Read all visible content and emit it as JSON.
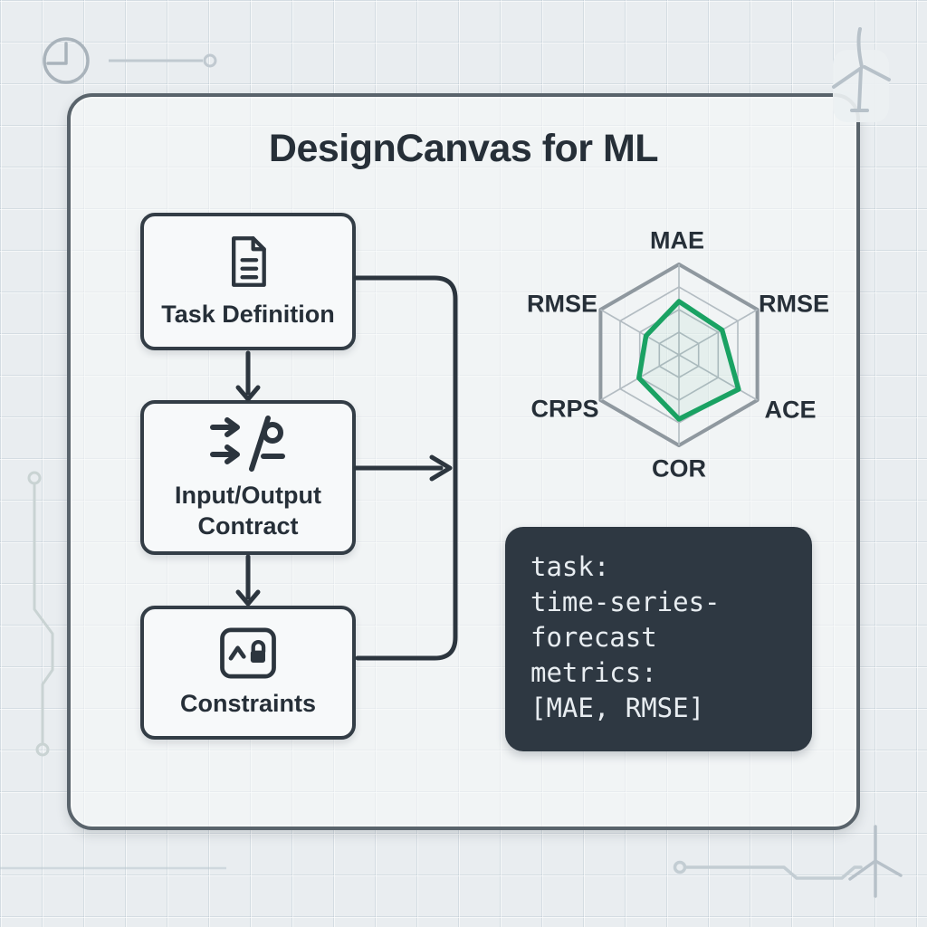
{
  "title": "DesignCanvas for ML",
  "flow": {
    "boxes": [
      {
        "icon": "document-icon",
        "label": "Task Definition"
      },
      {
        "icon": "input-output-icon",
        "label_line1": "Input/Output",
        "label_line2": "Contract"
      },
      {
        "icon": "image-lock-icon",
        "label": "Constraints"
      }
    ]
  },
  "chart_data": {
    "type": "radar",
    "axes": [
      "MAE",
      "RMSE",
      "ACE",
      "COR",
      "CRPS",
      "RMSE"
    ],
    "values": [
      0.59,
      0.55,
      0.76,
      0.71,
      0.51,
      0.42
    ],
    "max": 1.0,
    "rings": [
      0.25,
      0.5,
      0.75,
      1.0
    ],
    "legend": "none",
    "series_color": "#1aa263",
    "grid_color": "#b3bcc2",
    "outer_color": "#8f989f"
  },
  "code_block": {
    "lines": [
      "task:",
      "time-series-",
      "forecast",
      "metrics:",
      "[MAE, RMSE]"
    ],
    "bg_color": "#2e3842",
    "text_color": "#e8edf1"
  },
  "decorations": {
    "top_left": "clock-icon",
    "top_right": "wind-turbine-icon",
    "bottom_right": "wind-turbine-small-icon",
    "side_traces": "circuit-trace-lines"
  },
  "colors": {
    "ink": "#2c353e",
    "panel_border": "#59636b",
    "box_fill": "#f7f9fa",
    "background": "#e9edf0"
  }
}
